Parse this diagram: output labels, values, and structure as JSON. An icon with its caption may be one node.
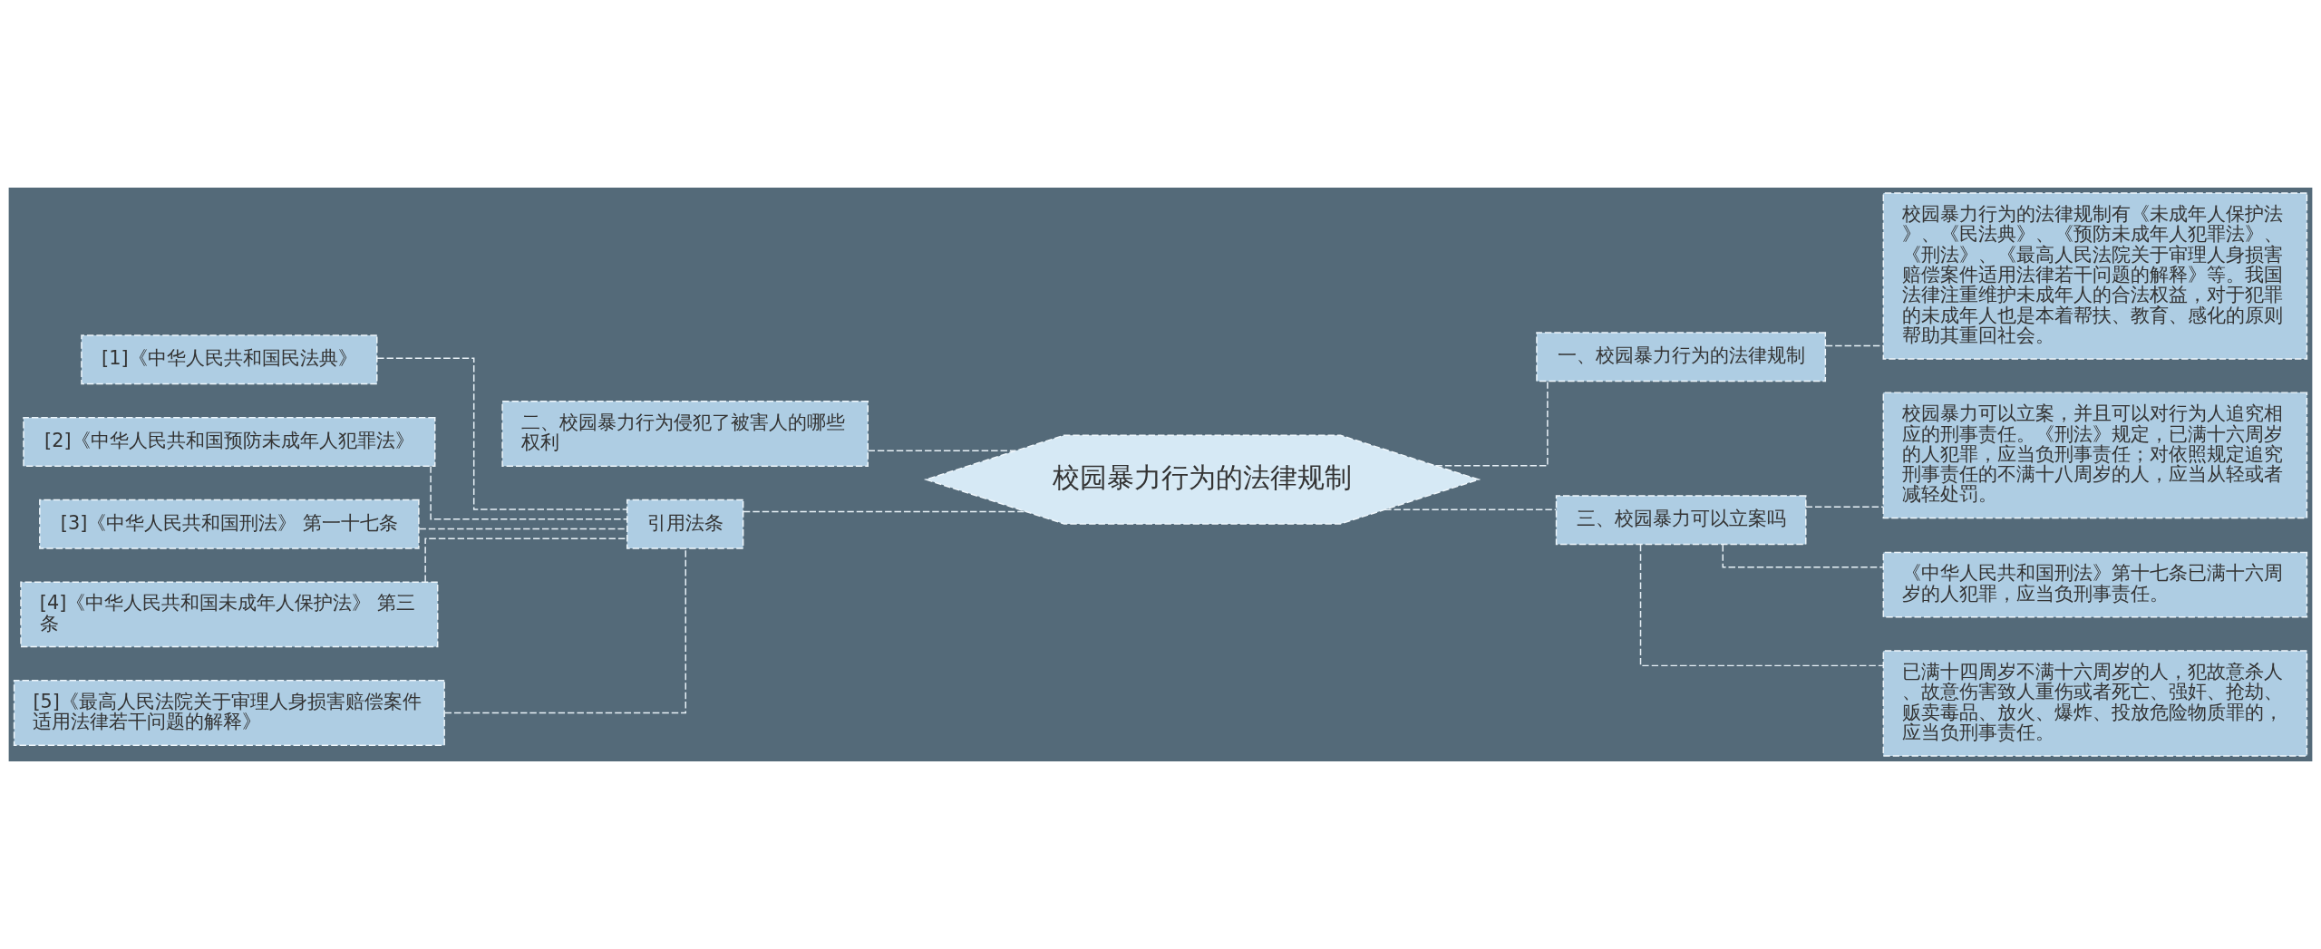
{
  "diagram": {
    "nodes": [
      {
        "text": [
          "校园暴力行为的法律规制"
        ]
      },
      {
        "text": [
          "一、校园暴力行为的法律规制"
        ]
      },
      {
        "text": [
          "校园暴力行为的法律规制有《未成年人保护法》、《民法典》、《预防未成年人犯罪法》、《刑法》、《最高人民法院关于审理人身损害赔偿案件适用法律若干问题的解释》等。我国法律注重维护未成年人的合法权益，对于犯罪的未成年人也是本着帮扶、教育、感化的原则帮助其重回社会。"
        ]
      },
      {
        "text": [
          "二、校园暴力行为侵犯了被害人的哪些权利"
        ]
      },
      {
        "text": [
          "三、校园暴力可以立案吗"
        ]
      },
      {
        "text": [
          "校园暴力可以立案，并且可以对行为人追究相应的刑事责任。《刑法》规定，已满十六周岁的人犯罪，应当负刑事责任；对依照规定追究刑事责任的不满十八周岁的人，应当从轻或者减轻处罚。"
        ]
      },
      {
        "text": [
          "《中华人民共和国刑法》第十七条已满十六周岁的人犯罪，应当负刑事责任。"
        ]
      },
      {
        "text": [
          "已满十四周岁不满十六周岁的人，犯故意杀人、故意伤害致人重伤或者死亡、强奸、抢劫、贩卖毒品、放火、爆炸、投放危险物质罪的，应当负刑事责任。"
        ]
      },
      {
        "text": [
          "引用法条"
        ]
      },
      {
        "text": [
          "[1]《中华人民共和国民法典》"
        ]
      },
      {
        "text": [
          "[2]《中华人民共和国预防未成年人犯罪法》"
        ]
      },
      {
        "text": [
          "[3]《中华人民共和国刑法》 第一十七条"
        ]
      },
      {
        "text": [
          "[4]《中华人民共和国未成年人保护法》 第三条"
        ]
      },
      {
        "text": [
          "[5]《最高人民法院关于审理人身损害赔偿案件适用法律若干问题的解释》"
        ]
      }
    ],
    "edges": [
      {
        "from": 0,
        "to": 1,
        "arrow": "none",
        "style": "dashed"
      },
      {
        "from": 1,
        "to": 2,
        "arrow": "none",
        "style": "dashed"
      },
      {
        "from": 0,
        "to": 3,
        "arrow": "none",
        "style": "dashed"
      },
      {
        "from": 0,
        "to": 4,
        "arrow": "none",
        "style": "dashed"
      },
      {
        "from": 4,
        "to": 5,
        "arrow": "none",
        "style": "dashed"
      },
      {
        "from": 4,
        "to": 6,
        "arrow": "none",
        "style": "dashed"
      },
      {
        "from": 4,
        "to": 7,
        "arrow": "none",
        "style": "dashed"
      },
      {
        "from": 0,
        "to": 8,
        "arrow": "none",
        "style": "dashed"
      },
      {
        "from": 8,
        "to": 9,
        "arrow": "none",
        "style": "dashed"
      },
      {
        "from": 8,
        "to": 10,
        "arrow": "none",
        "style": "dashed"
      },
      {
        "from": 8,
        "to": 11,
        "arrow": "none",
        "style": "dashed"
      },
      {
        "from": 8,
        "to": 12,
        "arrow": "none",
        "style": "dashed"
      },
      {
        "from": 8,
        "to": 13,
        "arrow": "none",
        "style": "dashed"
      }
    ]
  }
}
